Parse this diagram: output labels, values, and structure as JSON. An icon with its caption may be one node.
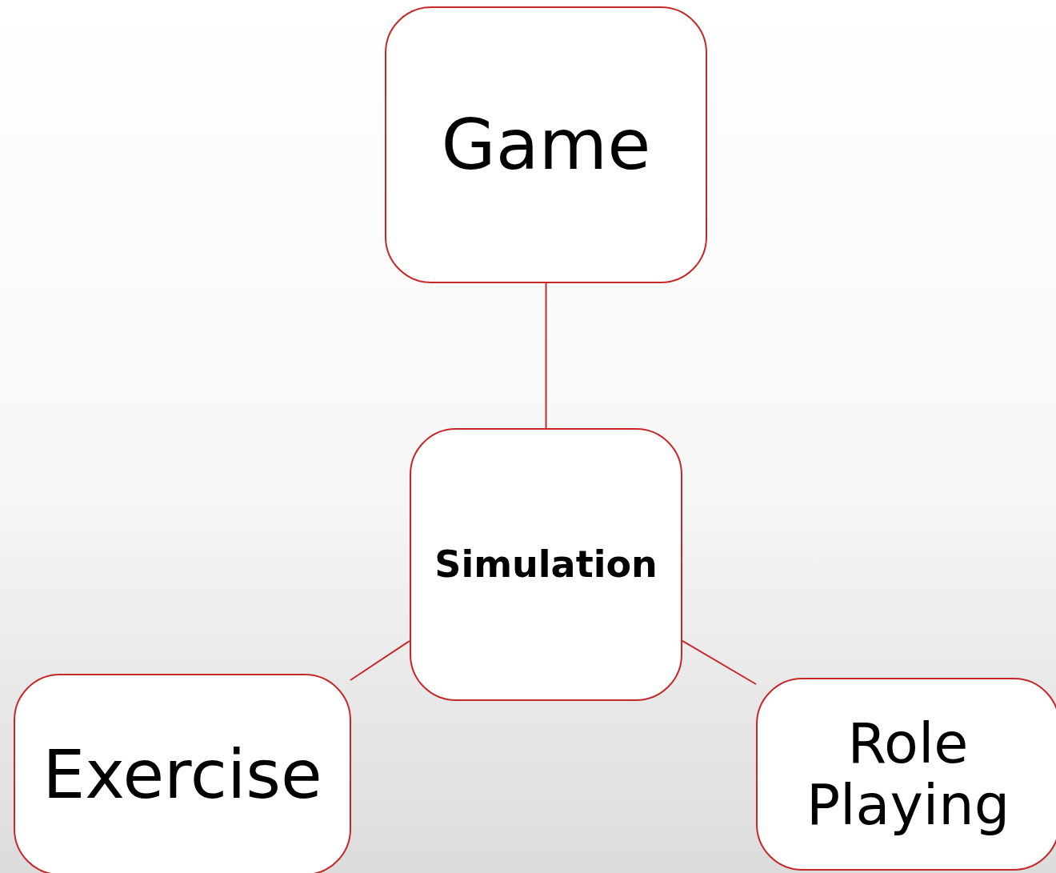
{
  "diagram": {
    "nodes": [
      {
        "text": [
          "Game"
        ]
      },
      {
        "text": [
          "Simulation"
        ]
      },
      {
        "text": [
          "Exercise"
        ]
      },
      {
        "text": [
          "Role Playing"
        ]
      }
    ],
    "edges": [
      {
        "from": 0,
        "to": 1,
        "arrow": "none"
      },
      {
        "from": 1,
        "to": 2,
        "arrow": "none"
      },
      {
        "from": 1,
        "to": 3,
        "arrow": "none"
      }
    ]
  }
}
